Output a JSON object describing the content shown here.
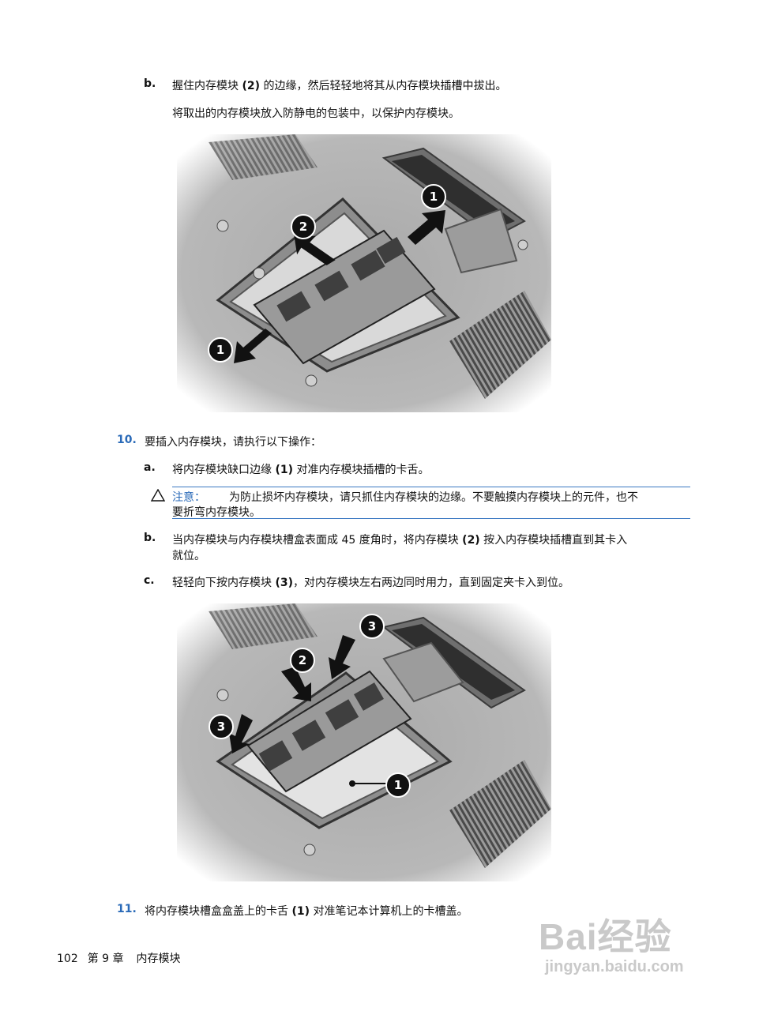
{
  "step9b": {
    "label": "b.",
    "text_before": "握住内存模块 ",
    "ref": "(2)",
    "text_after": " 的边缘，然后轻轻地将其从内存模块插槽中拔出。",
    "note": "将取出的内存模块放入防静电的包装中，以保护内存模块。"
  },
  "figure1": {
    "callouts": [
      "1",
      "2",
      "1"
    ]
  },
  "step10": {
    "number": "10.",
    "text": "要插入内存模块，请执行以下操作：",
    "a": {
      "label": "a.",
      "text_before": "将内存模块缺口边缘 ",
      "ref": "(1)",
      "text_after": " 对准内存模块插槽的卡舌。"
    },
    "caution": {
      "icon": "caution-triangle-icon",
      "label": "注意：",
      "line1": "为防止损坏内存模块，请只抓住内存模块的边缘。不要触摸内存模块上的元件，也不",
      "line2": "要折弯内存模块。"
    },
    "b": {
      "label": "b.",
      "text_before": "当内存模块与内存模块槽盒表面成 45 度角时，将内存模块 ",
      "ref": "(2)",
      "text_after": " 按入内存模块插槽直到其卡入",
      "line2": "就位。"
    },
    "c": {
      "label": "c.",
      "text_before": "轻轻向下按内存模块 ",
      "ref": "(3)",
      "text_after": "，对内存模块左右两边同时用力，直到固定夹卡入到位。"
    }
  },
  "figure2": {
    "callouts": [
      "3",
      "2",
      "3",
      "1"
    ]
  },
  "step11": {
    "number": "11.",
    "text_before": "将内存模块槽盒盒盖上的卡舌 ",
    "ref": "(1)",
    "text_after": " 对准笔记本计算机上的卡槽盖。"
  },
  "footer": {
    "page_number": "102",
    "chapter": "第 9 章",
    "chapter_title": "内存模块"
  },
  "watermark": {
    "brand": "Bai经验",
    "url": "jingyan.baidu.com"
  },
  "colors": {
    "accent": "#2a6ab8",
    "caution_rule": "#3b78c2"
  }
}
